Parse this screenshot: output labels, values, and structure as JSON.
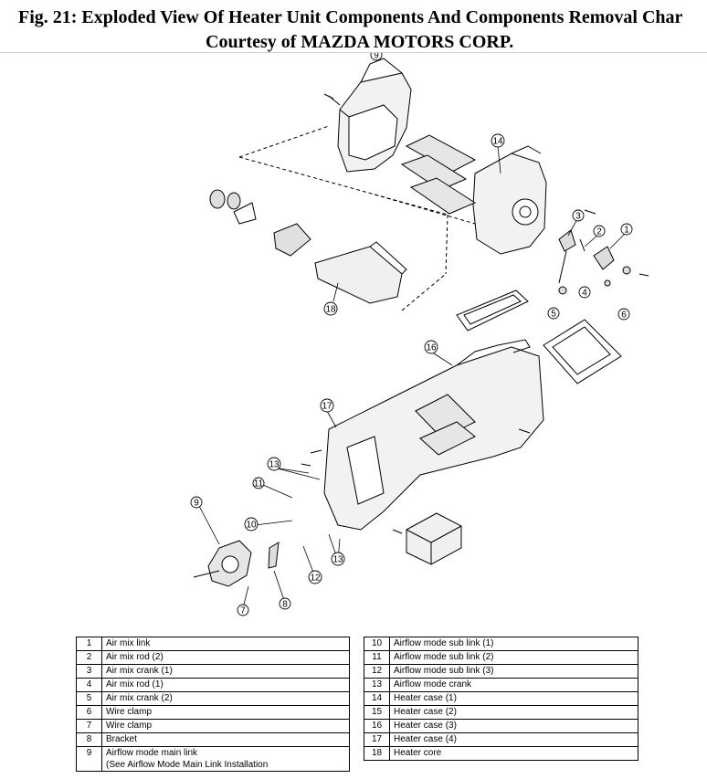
{
  "figure": {
    "title_line1": "Fig. 21: Exploded View Of Heater Unit Components And Components Removal Char",
    "title_line2": "Courtesy of MAZDA MOTORS CORP."
  },
  "callouts": [
    "9",
    "14",
    "3",
    "2",
    "1",
    "4",
    "5",
    "6",
    "18",
    "16",
    "17",
    "13",
    "11",
    "10",
    "9",
    "12",
    "13",
    "7",
    "8"
  ],
  "legend_left": [
    {
      "num": "1",
      "label": "Air mix link"
    },
    {
      "num": "2",
      "label": "Air mix rod (2)"
    },
    {
      "num": "3",
      "label": "Air mix crank (1)"
    },
    {
      "num": "4",
      "label": "Air mix rod (1)"
    },
    {
      "num": "5",
      "label": "Air mix crank (2)"
    },
    {
      "num": "6",
      "label": "Wire clamp"
    },
    {
      "num": "7",
      "label": "Wire clamp"
    },
    {
      "num": "8",
      "label": "Bracket"
    },
    {
      "num": "9",
      "label": "Airflow mode main link",
      "note": "(See Airflow Mode Main Link Installation"
    }
  ],
  "legend_right": [
    {
      "num": "10",
      "label": "Airflow mode sub link (1)"
    },
    {
      "num": "11",
      "label": "Airflow mode sub link (2)"
    },
    {
      "num": "12",
      "label": "Airflow mode sub link (3)"
    },
    {
      "num": "13",
      "label": "Airflow mode crank"
    },
    {
      "num": "14",
      "label": "Heater case (1)"
    },
    {
      "num": "15",
      "label": "Heater case (2)"
    },
    {
      "num": "16",
      "label": "Heater case (3)"
    },
    {
      "num": "17",
      "label": "Heater case (4)"
    },
    {
      "num": "18",
      "label": "Heater core"
    }
  ]
}
